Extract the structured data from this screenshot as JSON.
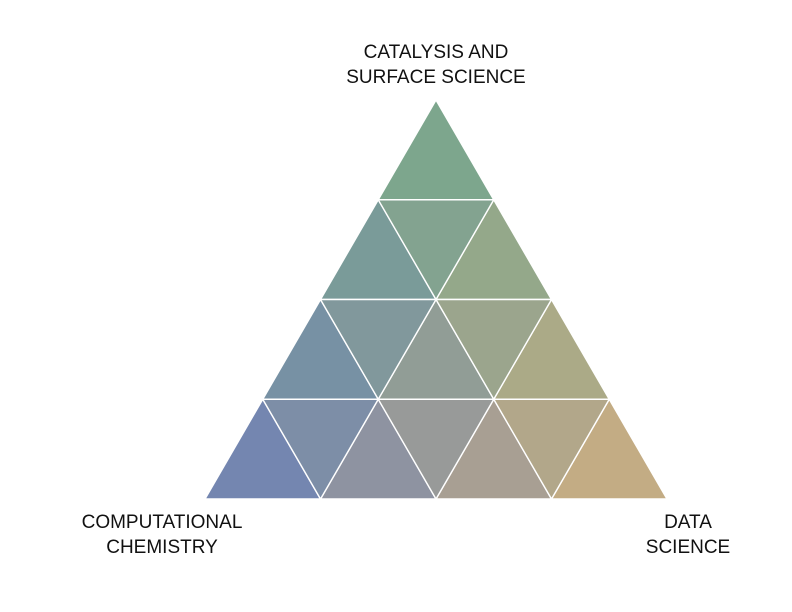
{
  "vertices": {
    "top": {
      "line1": "CATALYSIS AND",
      "line2": "SURFACE SCIENCE",
      "color": "#76a98a"
    },
    "left": {
      "line1": "COMPUTATIONAL",
      "line2": "CHEMISTRY",
      "color": "#6a7eb9"
    },
    "right": {
      "line1": "DATA",
      "line2": "SCIENCE",
      "color": "#d3b17e"
    }
  },
  "divider_color": "#ffffff",
  "subdivisions": 4
}
